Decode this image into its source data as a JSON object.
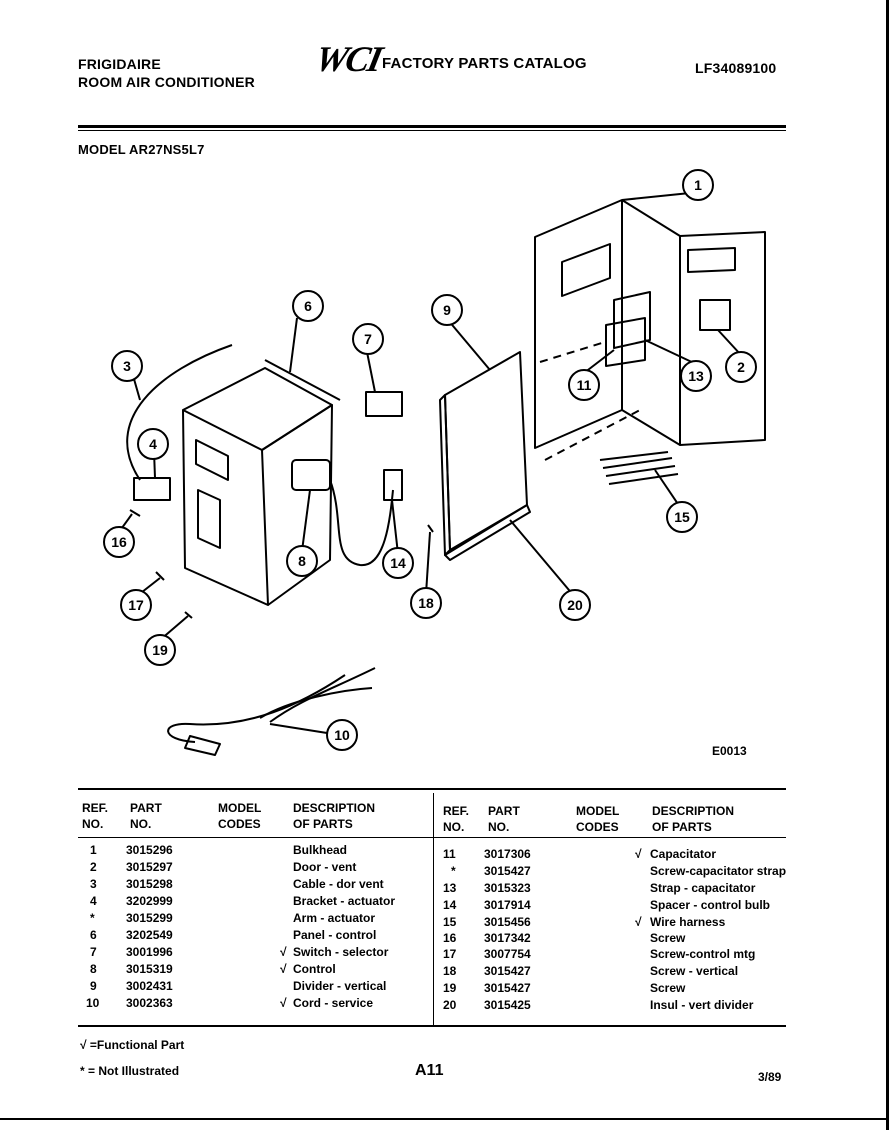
{
  "header": {
    "brand": "FRIGIDAIRE",
    "product": "ROOM AIR CONDITIONER",
    "logo": "WCI",
    "catalog": "FACTORY PARTS CATALOG",
    "catalog_number": "LF34089100",
    "model_label": "MODEL AR27NS5L7"
  },
  "diagram": {
    "callouts": [
      "1",
      "2",
      "3",
      "4",
      "6",
      "7",
      "8",
      "9",
      "10",
      "11",
      "13",
      "14",
      "15",
      "16",
      "17",
      "18",
      "19",
      "20"
    ],
    "figure_code": "E0013"
  },
  "table": {
    "headers": {
      "ref": "REF.",
      "ref2": "NO.",
      "part": "PART",
      "part2": "NO.",
      "model": "MODEL",
      "model2": "CODES",
      "desc": "DESCRIPTION",
      "desc2": "OF PARTS"
    },
    "left_rows": [
      {
        "ref": "1",
        "part": "3015296",
        "mark": "",
        "desc": "Bulkhead"
      },
      {
        "ref": "2",
        "part": "3015297",
        "mark": "",
        "desc": "Door - vent"
      },
      {
        "ref": "3",
        "part": "3015298",
        "mark": "",
        "desc": "Cable - dor vent"
      },
      {
        "ref": "4",
        "part": "3202999",
        "mark": "",
        "desc": "Bracket - actuator"
      },
      {
        "ref": "*",
        "part": "3015299",
        "mark": "",
        "desc": "Arm - actuator"
      },
      {
        "ref": "6",
        "part": "3202549",
        "mark": "",
        "desc": "Panel - control"
      },
      {
        "ref": "7",
        "part": "3001996",
        "mark": "√",
        "desc": "Switch - selector"
      },
      {
        "ref": "8",
        "part": "3015319",
        "mark": "√",
        "desc": "Control"
      },
      {
        "ref": "9",
        "part": "3002431",
        "mark": "",
        "desc": "Divider - vertical"
      },
      {
        "ref": "10",
        "part": "3002363",
        "mark": "√",
        "desc": "Cord - service"
      }
    ],
    "right_rows": [
      {
        "ref": "11",
        "part": "3017306",
        "mark": "√",
        "desc": "Capacitator"
      },
      {
        "ref": "*",
        "part": "3015427",
        "mark": "",
        "desc": "Screw-capacitator strap"
      },
      {
        "ref": "13",
        "part": "3015323",
        "mark": "",
        "desc": "Strap - capacitator"
      },
      {
        "ref": "14",
        "part": "3017914",
        "mark": "",
        "desc": "Spacer - control bulb"
      },
      {
        "ref": "15",
        "part": "3015456",
        "mark": "√",
        "desc": "Wire harness"
      },
      {
        "ref": "16",
        "part": "3017342",
        "mark": "",
        "desc": "Screw"
      },
      {
        "ref": "17",
        "part": "3007754",
        "mark": "",
        "desc": "Screw-control mtg"
      },
      {
        "ref": "18",
        "part": "3015427",
        "mark": "",
        "desc": "Screw - vertical"
      },
      {
        "ref": "19",
        "part": "3015427",
        "mark": "",
        "desc": "Screw"
      },
      {
        "ref": "20",
        "part": "3015425",
        "mark": "",
        "desc": "Insul - vert divider"
      }
    ]
  },
  "footer": {
    "legend_functional": "√ =Functional Part",
    "legend_not_illustrated": "* = Not Illustrated",
    "page": "A11",
    "date": "3/89"
  }
}
